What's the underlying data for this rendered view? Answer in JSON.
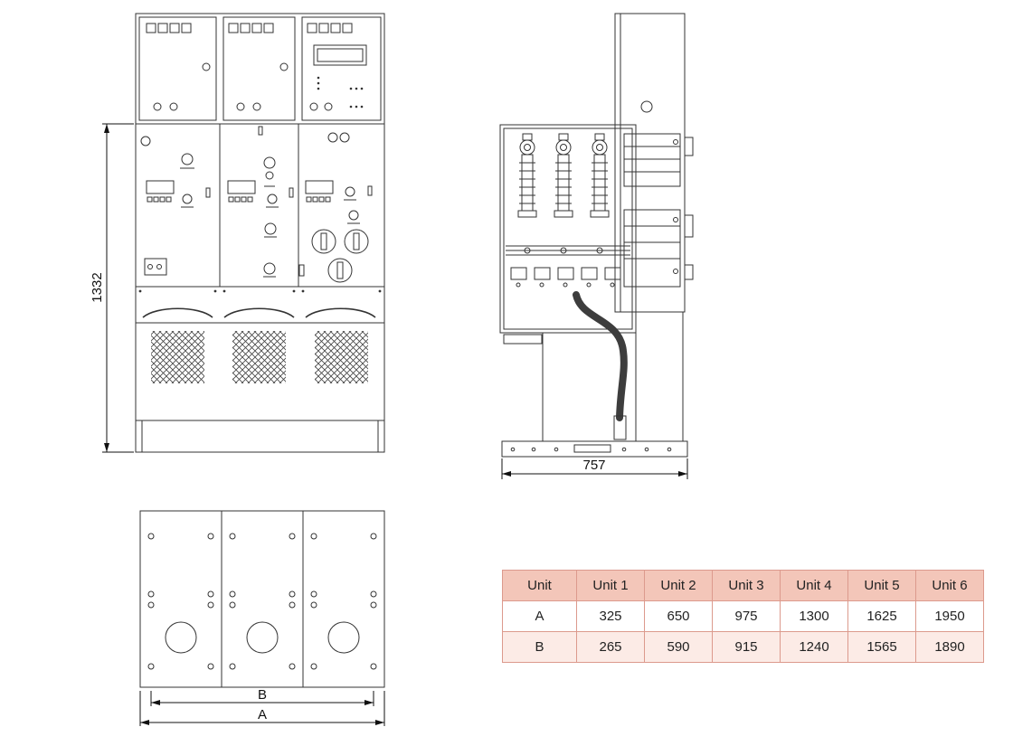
{
  "dims": {
    "front_height": "1332",
    "side_depth": "757",
    "bottom_inner": "B",
    "bottom_outer": "A"
  },
  "table": {
    "headers": [
      "Unit",
      "Unit 1",
      "Unit 2",
      "Unit 3",
      "Unit 4",
      "Unit 5",
      "Unit 6"
    ],
    "rows": [
      {
        "label": "A",
        "values": [
          "325",
          "650",
          "975",
          "1300",
          "1625",
          "1950"
        ]
      },
      {
        "label": "B",
        "values": [
          "265",
          "590",
          "915",
          "1240",
          "1565",
          "1890"
        ]
      }
    ]
  },
  "colors": {
    "line": "#333333",
    "dimension": "#111111",
    "table_header_bg": "#f3c6b9",
    "table_row_b_bg": "#fcebe6",
    "table_border": "#dc9a8d"
  }
}
